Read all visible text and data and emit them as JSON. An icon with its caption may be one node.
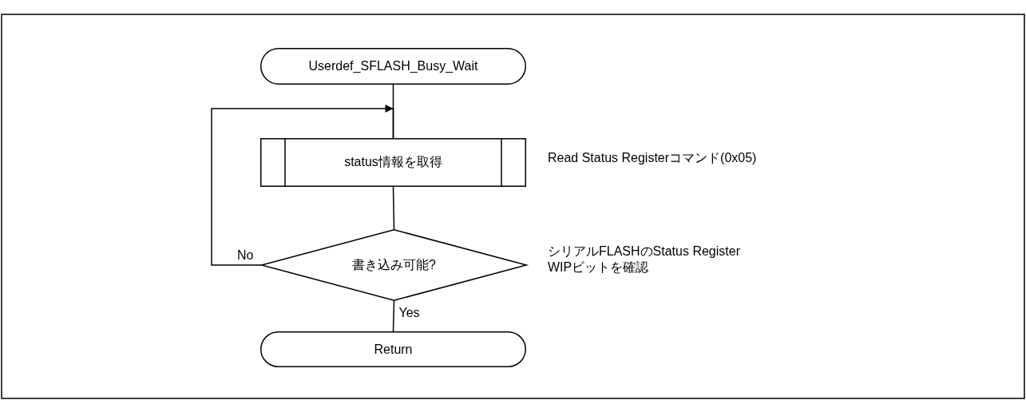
{
  "diagram": {
    "nodes": [
      {
        "text": [
          "Userdef_SFLASH_Busy_Wait"
        ]
      },
      {
        "text": [
          "status情報を取得"
        ],
        "beside": [
          "Read Status Registerコマンド(0x05)"
        ]
      },
      {
        "text": [
          "書き込み可能?"
        ],
        "beside": [
          "シリアルFLASHのStatus Register",
          "WIPビットを確認"
        ]
      },
      {
        "text": [
          "Return"
        ]
      }
    ],
    "edges": [
      {
        "from": 0,
        "to": 1,
        "arrow": "none"
      },
      {
        "from": 1,
        "to": 2,
        "arrow": "none"
      },
      {
        "from": 2,
        "to": 3,
        "arrow": "none",
        "label": "Yes"
      },
      {
        "from": 2,
        "to": 1,
        "arrow": "to",
        "label": "No"
      }
    ]
  }
}
